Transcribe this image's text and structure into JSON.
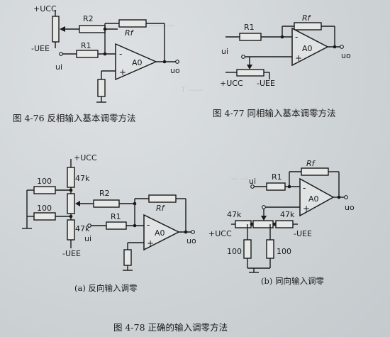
{
  "fig76": {
    "ucc": "+UCC",
    "uee": "-UEE",
    "r2": "R2",
    "rf": "Rf",
    "r1": "R1",
    "ui": "ui",
    "a0": "A0",
    "uo": "uo",
    "minus": "-",
    "plus": "+",
    "caption": "图 4-76   反相输入基本调零方法"
  },
  "fig77": {
    "rf": "Rf",
    "r1": "R1",
    "ui": "ui",
    "a0": "A0",
    "uo": "uo",
    "ucc": "+UCC",
    "uee": "-UEE",
    "minus": "-",
    "plus": "+",
    "caption": "图 4-77   同相输入基本调零方法"
  },
  "fig78a": {
    "ucc": "+UCC",
    "uee": "-UEE",
    "r47k_top": "47k",
    "r47k_bot": "47k",
    "r100_top": "100",
    "r100_bot": "100",
    "r2": "R2",
    "rf": "Rf",
    "r1": "R1",
    "ui": "ui",
    "a0": "A0",
    "uo": "uo",
    "minus": "-",
    "plus": "+",
    "caption": "(a) 反向输入调零"
  },
  "fig78b": {
    "rf": "Rf",
    "r1": "R1",
    "ui": "ui",
    "a0": "A0",
    "uo": "uo",
    "ucc": "+UCC",
    "uee": "-UEE",
    "r47k_left": "47k",
    "r47k_right": "47k",
    "r100_left": "100",
    "r100_right": "100",
    "minus": "-",
    "plus": "+",
    "caption": "(b) 同向输入调零"
  },
  "main_caption": "图 4-78   正确的输入调零方法"
}
